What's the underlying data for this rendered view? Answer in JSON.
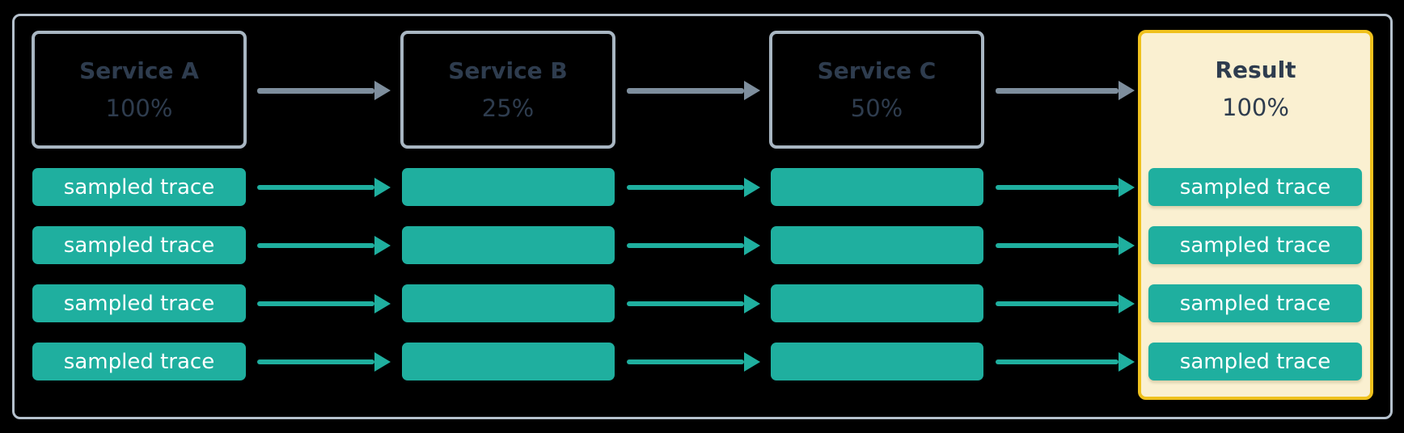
{
  "columns": [
    {
      "title": "Service A",
      "percent": "100%",
      "traces": [
        "sampled trace",
        "sampled trace",
        "sampled trace",
        "sampled trace"
      ]
    },
    {
      "title": "Service B",
      "percent": "25%",
      "traces": [
        "",
        "",
        "",
        ""
      ]
    },
    {
      "title": "Service C",
      "percent": "50%",
      "traces": [
        "",
        "",
        "",
        ""
      ]
    },
    {
      "title": "Result",
      "percent": "100%",
      "traces": [
        "sampled trace",
        "sampled trace",
        "sampled trace",
        "sampled trace"
      ]
    }
  ],
  "theme": {
    "teal": "#1FAF9F",
    "cream": "#FAF0D1",
    "gold": "#EFC11D",
    "frame-border": "#B5C1CD",
    "box-border": "#A8B6C2",
    "arrow-gray": "#7E8E9D",
    "slate": "#2E3C4E",
    "bar-text": "#FFFFFF",
    "background": "#000000"
  }
}
